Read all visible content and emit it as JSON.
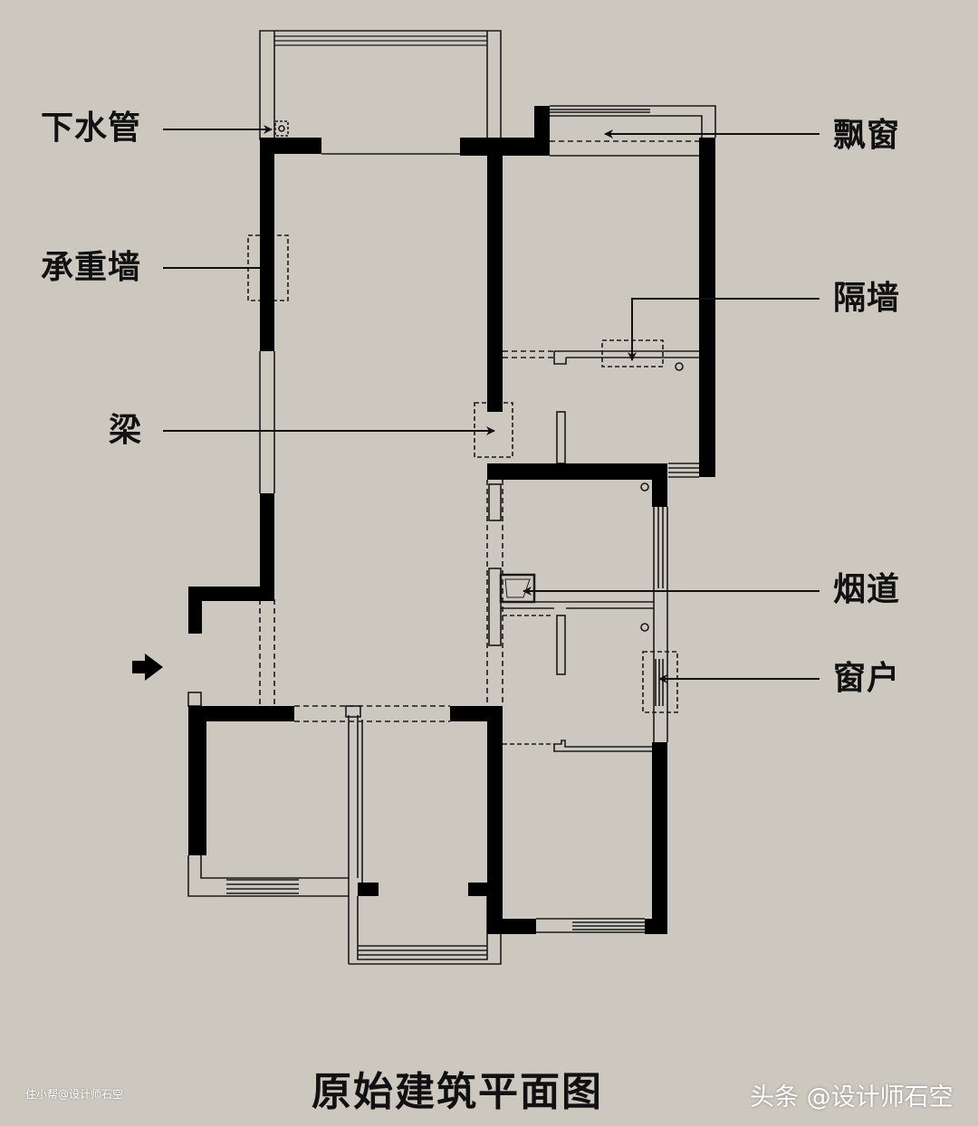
{
  "title": "原始建筑平面图",
  "labels": {
    "drain_pipe": "下水管",
    "load_bearing_wall": "承重墙",
    "beam": "梁",
    "bay_window": "飘窗",
    "partition_wall": "隔墙",
    "flue": "烟道",
    "window": "窗户"
  },
  "watermarks": {
    "bottom_right": "头条 @设计师石空",
    "bottom_left": "住小帮@设计师石空"
  },
  "colors": {
    "background": "#cdc8bf",
    "wall": "#000000",
    "line": "#1a1a1a"
  }
}
